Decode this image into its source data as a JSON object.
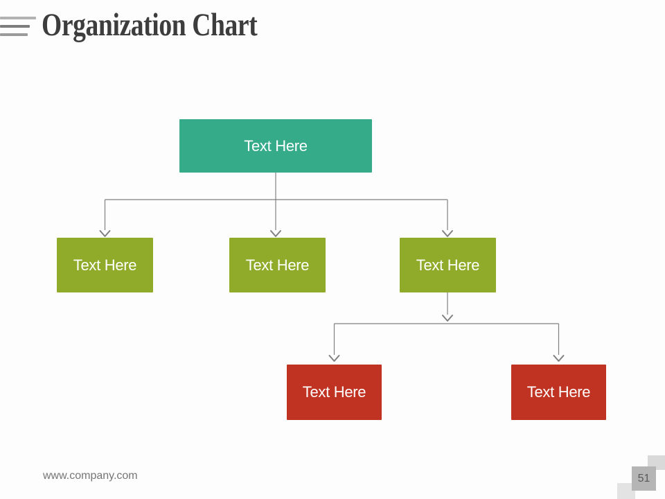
{
  "header": {
    "title": "Organization Chart"
  },
  "org_chart": {
    "root": {
      "label": "Text Here",
      "color": "#35ab8a"
    },
    "level2": [
      {
        "label": "Text Here"
      },
      {
        "label": "Text Here"
      },
      {
        "label": "Text Here"
      }
    ],
    "level2_color": "#8fab29",
    "level3": [
      {
        "label": "Text Here"
      },
      {
        "label": "Text Here"
      }
    ],
    "level3_color": "#c03221",
    "connector_color": "#808080"
  },
  "footer": {
    "website": "www.company.com",
    "page_number": "51"
  }
}
